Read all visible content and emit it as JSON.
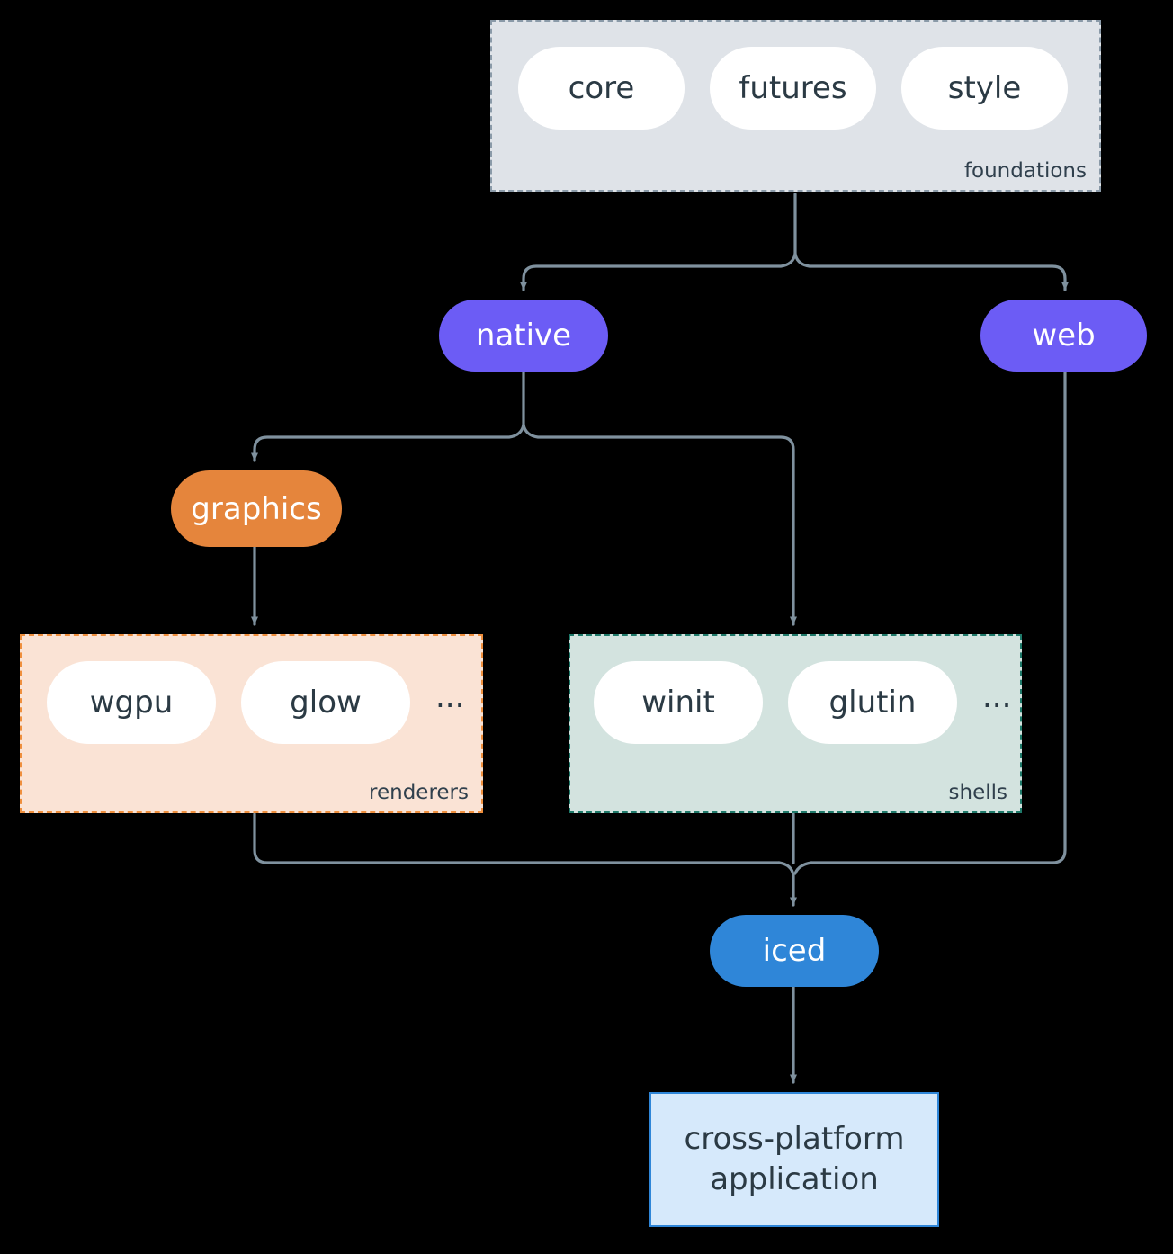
{
  "diagram": {
    "type": "architecture-flowchart",
    "background_color": "#000000",
    "edge_color": "#7f919e",
    "clusters": [
      {
        "id": "foundations",
        "label": "foundations",
        "fill": "#dfe3e8",
        "border": "#8a9aa8",
        "items": [
          "core",
          "futures",
          "style"
        ],
        "has_ellipsis": false
      },
      {
        "id": "renderers",
        "label": "renderers",
        "fill": "#fae3d5",
        "border": "#ef8f3d",
        "items": [
          "wgpu",
          "glow"
        ],
        "has_ellipsis": true,
        "ellipsis": "..."
      },
      {
        "id": "shells",
        "label": "shells",
        "fill": "#d3e3df",
        "border": "#1f7a6a",
        "items": [
          "winit",
          "glutin"
        ],
        "has_ellipsis": true,
        "ellipsis": "..."
      }
    ],
    "nodes": [
      {
        "id": "native",
        "label": "native",
        "shape": "stadium",
        "fill": "#6c5cf5",
        "text_color": "#ffffff"
      },
      {
        "id": "web",
        "label": "web",
        "shape": "stadium",
        "fill": "#6c5cf5",
        "text_color": "#ffffff"
      },
      {
        "id": "graphics",
        "label": "graphics",
        "shape": "stadium",
        "fill": "#e5853c",
        "text_color": "#ffffff"
      },
      {
        "id": "iced",
        "label": "iced",
        "shape": "stadium",
        "fill": "#2f86d8",
        "text_color": "#ffffff"
      },
      {
        "id": "application",
        "label_line1": "cross-platform",
        "label_line2": "application",
        "shape": "rectangle",
        "fill": "#d6e9fb",
        "border": "#2f86d8",
        "text_color": "#2b3a44"
      }
    ],
    "edges": [
      {
        "from": "foundations",
        "to": "native"
      },
      {
        "from": "foundations",
        "to": "web"
      },
      {
        "from": "native",
        "to": "graphics"
      },
      {
        "from": "native",
        "to": "shells"
      },
      {
        "from": "graphics",
        "to": "renderers"
      },
      {
        "from": "renderers",
        "to": "iced"
      },
      {
        "from": "shells",
        "to": "iced"
      },
      {
        "from": "web",
        "to": "iced"
      },
      {
        "from": "iced",
        "to": "application"
      }
    ]
  }
}
